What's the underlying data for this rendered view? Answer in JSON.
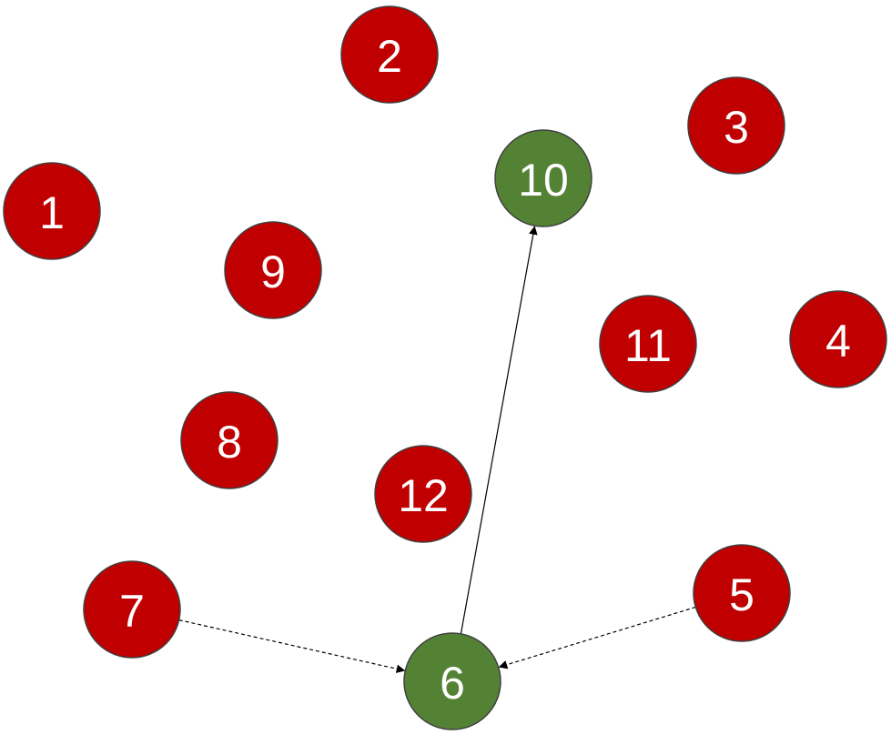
{
  "colors": {
    "default_node": "#c00000",
    "highlight_node": "#548235",
    "node_stroke": "#404040",
    "edge": "#000000"
  },
  "nodes": [
    {
      "id": "1",
      "label": "1",
      "state": "default"
    },
    {
      "id": "2",
      "label": "2",
      "state": "default"
    },
    {
      "id": "3",
      "label": "3",
      "state": "default"
    },
    {
      "id": "4",
      "label": "4",
      "state": "default"
    },
    {
      "id": "5",
      "label": "5",
      "state": "default"
    },
    {
      "id": "6",
      "label": "6",
      "state": "highlight"
    },
    {
      "id": "7",
      "label": "7",
      "state": "default"
    },
    {
      "id": "8",
      "label": "8",
      "state": "default"
    },
    {
      "id": "9",
      "label": "9",
      "state": "default"
    },
    {
      "id": "10",
      "label": "10",
      "state": "highlight"
    },
    {
      "id": "11",
      "label": "11",
      "state": "default"
    },
    {
      "id": "12",
      "label": "12",
      "state": "default"
    }
  ],
  "edges": [
    {
      "from": "6",
      "to": "10",
      "style": "solid"
    },
    {
      "from": "7",
      "to": "6",
      "style": "dashed"
    },
    {
      "from": "5",
      "to": "6",
      "style": "dashed"
    }
  ]
}
